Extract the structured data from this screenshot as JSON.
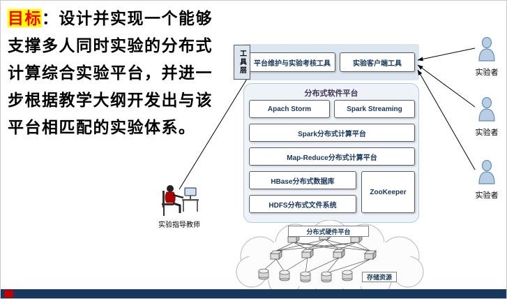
{
  "goal": {
    "keyword": "目标",
    "text": "：设计并实现一个能够支撑多人同时实验的分布式计算综合实验平台，并进一步根据教学大纲开发出与该平台相匹配的实验体系。"
  },
  "instructor": {
    "label": "实验指导教师"
  },
  "tool_layer": {
    "label": "工具层"
  },
  "tools": {
    "maintenance": "平台维护与实验考核工具",
    "client": "实验客户端工具"
  },
  "software": {
    "title": "分布式软件平台",
    "storm": "Apach Storm",
    "spark_streaming": "Spark Streaming",
    "spark": "Spark分布式计算平台",
    "mapreduce": "Map-Reduce分布式计算平台",
    "hbase": "HBase分布式数据库",
    "hdfs": "HDFS分布式文件系统",
    "zookeeper": "ZooKeeper"
  },
  "hardware": {
    "title": "分布式硬件平台",
    "storage": "存储资源"
  },
  "experimenters": [
    {
      "label": "实验者"
    },
    {
      "label": "实验者"
    },
    {
      "label": "实验者"
    }
  ],
  "colors": {
    "goal_keyword": "#ff0000",
    "goal_highlight": "#ffff00",
    "panel_blue": "#dce6f1",
    "box_text": "#17375e",
    "footer_bar": "#17375e",
    "footer_accent": "#c00000"
  }
}
